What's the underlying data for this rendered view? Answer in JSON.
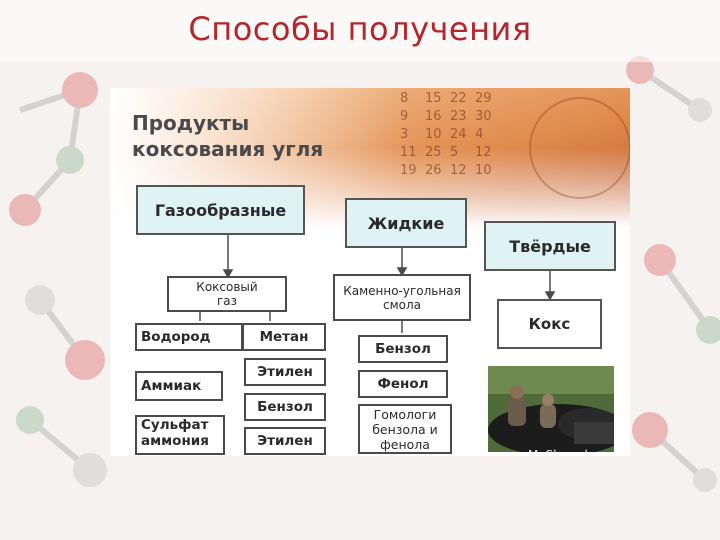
{
  "slide_title": "Способы получения",
  "heading_line1": "Продукты",
  "heading_line2": "коксования угля",
  "categories": {
    "gas": "Газообразные",
    "liquid": "Жидкие",
    "solid": "Твёрдые"
  },
  "subgroups": {
    "coke_gas_line1": "Коксовый",
    "coke_gas_line2": "газ",
    "coal_tar_line1": "Каменно-угольная",
    "coal_tar_line2": "смола",
    "coke": "Кокс"
  },
  "gas_products": {
    "hydrogen": "Водород",
    "methane": "Метан",
    "ammonia": "Аммиак",
    "ethylene_1": "Этилен",
    "benzene": "Бензол",
    "ammonium_sulfate_line1": "Сульфат",
    "ammonium_sulfate_line2": "аммония",
    "ethylene_2": "Этилен"
  },
  "liquid_products": {
    "benzene": "Бензол",
    "phenol": "Фенол",
    "homologs_line1": "Гомологи",
    "homologs_line2": "бензола и",
    "homologs_line3": "фенола"
  },
  "background_numbers": [
    "8",
    "15",
    "22",
    "29",
    "9",
    "16",
    "23",
    "30",
    "3",
    "10",
    "24",
    "4",
    "11",
    "25",
    "5",
    "12",
    "19",
    "26",
    "12",
    "10"
  ],
  "watermark": "MyShared"
}
